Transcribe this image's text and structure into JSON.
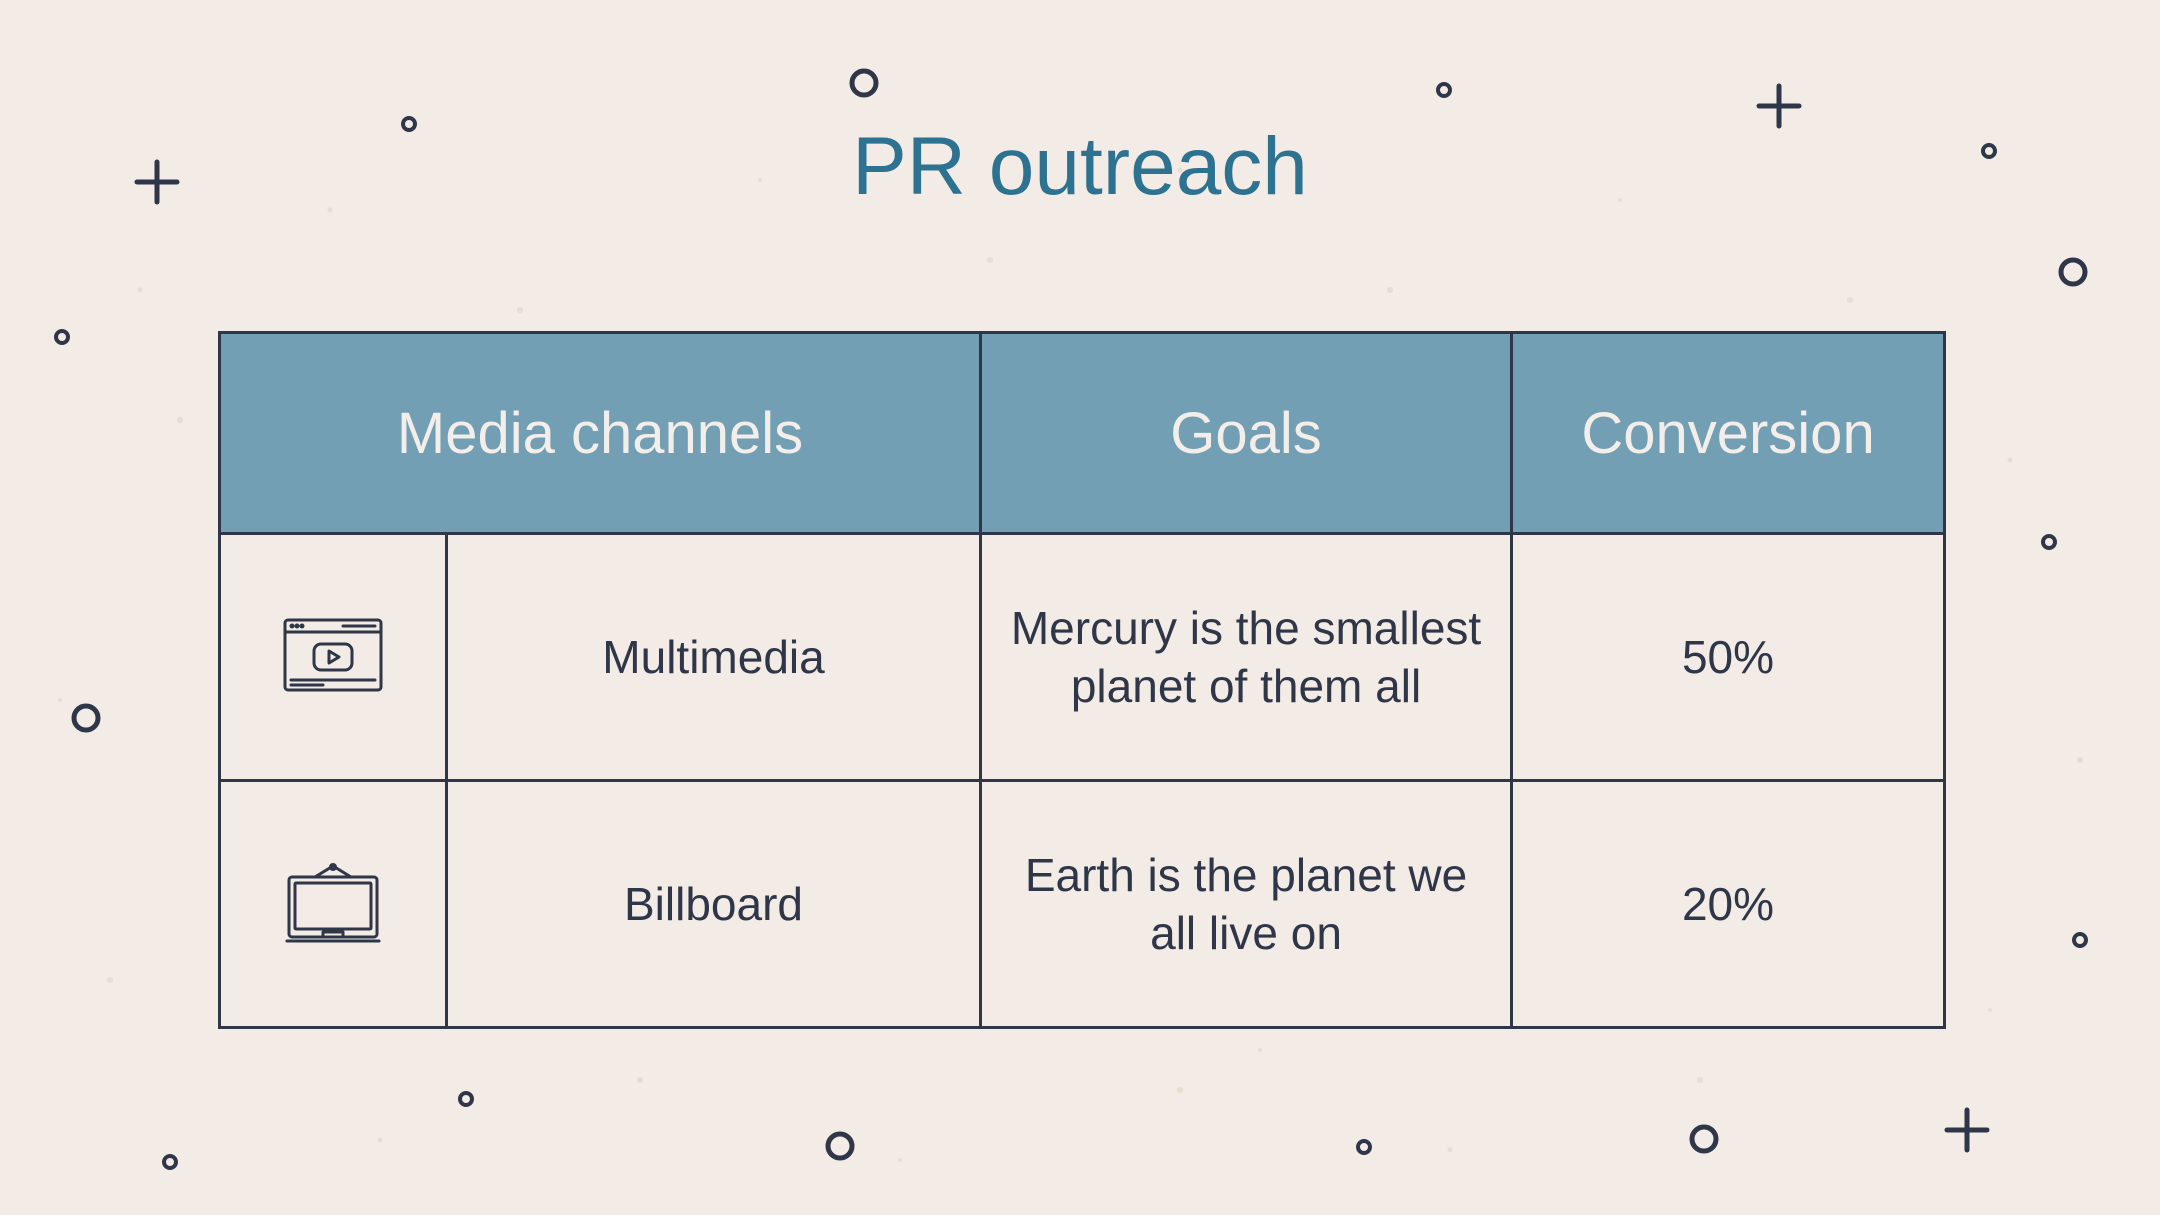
{
  "slide": {
    "title": "PR outreach",
    "accent_color": "#2d7391",
    "header_color": "#729fb4",
    "line_color": "#2f3648",
    "background": "#f2ebe6"
  },
  "table": {
    "headers": [
      "Media channels",
      "Goals",
      "Conversion"
    ],
    "rows": [
      {
        "icon": "video-player-icon",
        "channel": "Multimedia",
        "goal": "Mercury is the smallest planet of them all",
        "conversion": "50%"
      },
      {
        "icon": "billboard-icon",
        "channel": "Billboard",
        "goal": "Earth is the planet we all live on",
        "conversion": "20%"
      }
    ]
  },
  "decorations": {
    "plus_icon": "plus-icon",
    "circle_icon": "circle-icon"
  }
}
